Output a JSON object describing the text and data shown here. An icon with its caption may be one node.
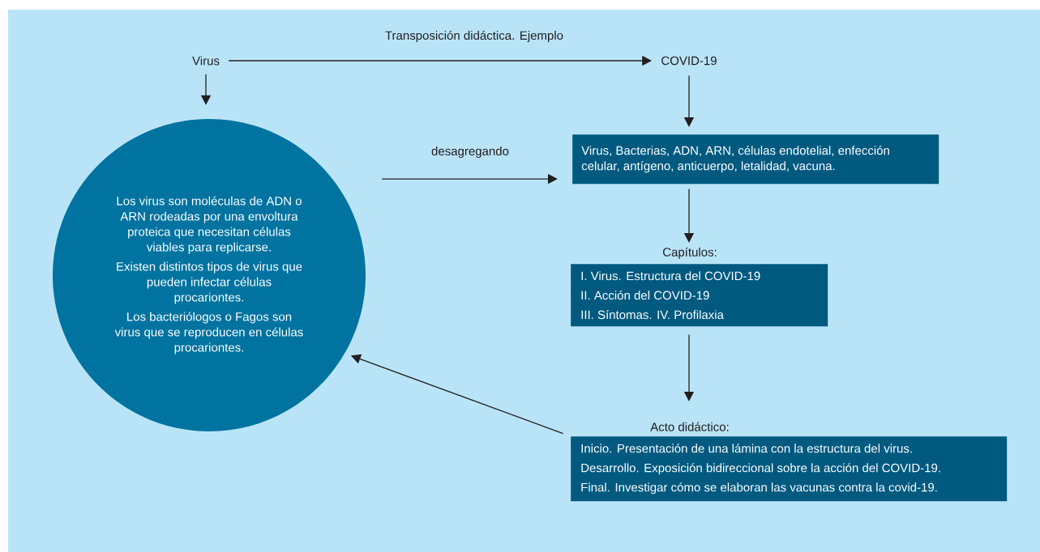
{
  "diagram": {
    "nodes": [
      {
        "text": [
          "Virus"
        ]
      },
      {
        "text": [
          "COVID-19"
        ]
      },
      {
        "text": [
          "Los virus son moléculas de ADN o ARN rodeadas por una envoltura proteica que necesitan células viables para replicarse.",
          "Existen distintos tipos de virus que pueden infectar células procariontes.",
          "Los bacteriólogos o Fagos son virus que se reproducen en células procariontes."
        ]
      },
      {
        "text": [
          "Virus, Bacterias, ADN, ARN, células endotelial, enfección celular, antígeno, anticuerpo, letalidad, vacuna."
        ]
      },
      {
        "text": [
          "Capítulos:",
          "I. Virus. Estructura del COVID-19",
          "II. Acción del COVID-19",
          "III. Síntomas. IV. Profilaxia"
        ]
      },
      {
        "text": [
          "Acto didáctico:",
          "Inicio. Presentación de una lámina con la estructura del virus.",
          "Desarrollo. Exposición bidireccional sobre la acción del COVID-19.",
          "Final. Investigar cómo se elaboran las vacunas contra la covid-19."
        ]
      }
    ],
    "edges": [
      {
        "from": 0,
        "to": 1,
        "arrow": "to",
        "label": "Transposición didáctica. Ejemplo"
      },
      {
        "from": 0,
        "to": 2,
        "arrow": "to"
      },
      {
        "from": 1,
        "to": 3,
        "arrow": "to"
      },
      {
        "from": 2,
        "to": 3,
        "arrow": "to",
        "label": "desagregando"
      },
      {
        "from": 3,
        "to": 4,
        "arrow": "to"
      },
      {
        "from": 4,
        "to": 5,
        "arrow": "to"
      },
      {
        "from": 5,
        "to": 2,
        "arrow": "to"
      }
    ]
  }
}
